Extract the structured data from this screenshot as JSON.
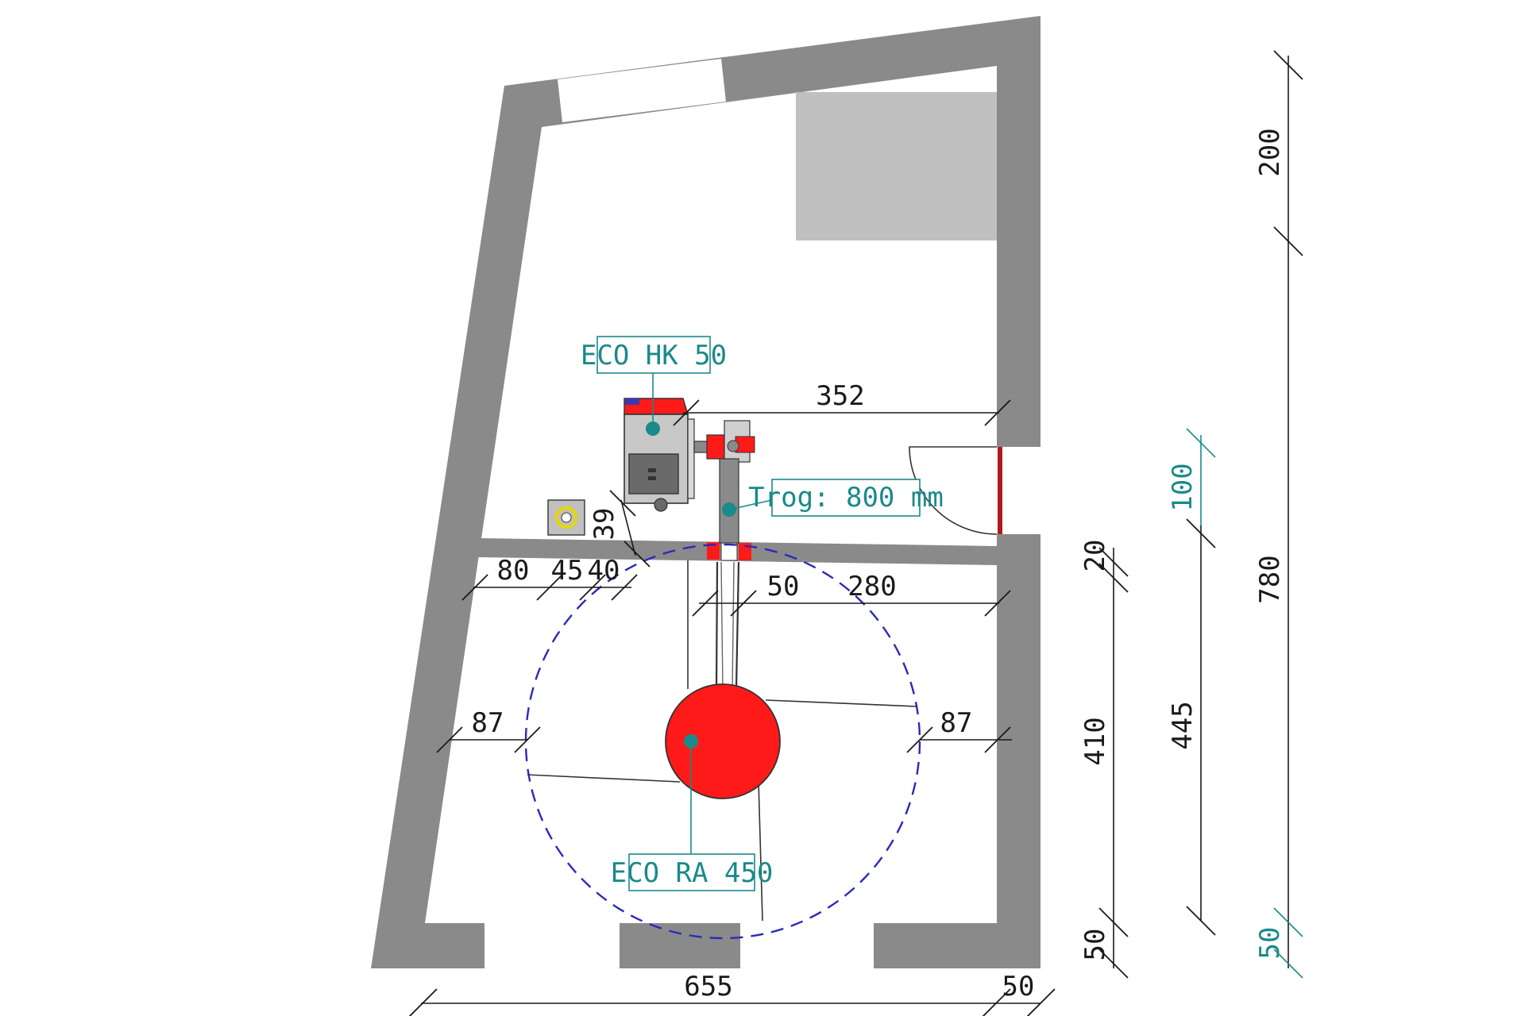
{
  "labels": {
    "boiler": "ECO HK 50",
    "trough": "Trog: 800 mm",
    "tank": "ECO RA 450"
  },
  "dimensions": {
    "top_352": "352",
    "d_39": "39",
    "d_80": "80",
    "d_45": "45",
    "d_40": "40",
    "d_50_mid": "50",
    "d_280": "280",
    "d_87_left": "87",
    "d_87_right": "87",
    "bottom_655": "655",
    "bottom_50": "50",
    "v_20": "20",
    "v_410": "410",
    "v_50_low": "50",
    "v_100": "100",
    "v_445": "445",
    "v_200": "200",
    "v_780": "780",
    "v_50_teal": "50"
  },
  "colors": {
    "wall": "#8a8a8a",
    "equipment_red": "#ff1a1a",
    "label_teal": "#1a8a8a",
    "circle_blue": "#2a2ab8",
    "storage_gray": "#c0c0c0"
  }
}
